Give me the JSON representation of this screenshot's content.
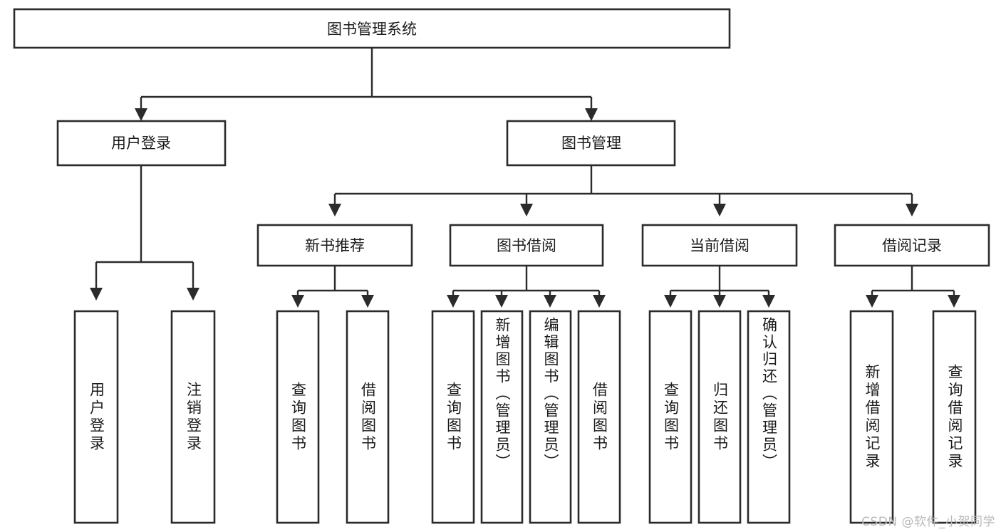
{
  "diagram": {
    "title": "图书管理系统",
    "watermark": "CSDN @软件_小贺同学",
    "type": "tree",
    "orientation": "top-down",
    "colors": {
      "box_stroke": "#2b2b2b",
      "box_fill": "#ffffff",
      "connector": "#2b2b2b",
      "text": "#1a1a1a",
      "watermark": "#b9b9b9",
      "background": "#ffffff"
    },
    "root": {
      "label": "图书管理系统"
    },
    "level2": [
      {
        "id": "user-login",
        "label": "用户登录"
      },
      {
        "id": "book-manage",
        "label": "图书管理"
      }
    ],
    "level3": [
      {
        "id": "new-book-recommend",
        "label": "新书推荐",
        "parent": "book-manage"
      },
      {
        "id": "book-borrow",
        "label": "图书借阅",
        "parent": "book-manage"
      },
      {
        "id": "current-borrow",
        "label": "当前借阅",
        "parent": "book-manage"
      },
      {
        "id": "borrow-record",
        "label": "借阅记录",
        "parent": "book-manage"
      }
    ],
    "leaves": {
      "user-login": [
        {
          "id": "leaf-user-login",
          "label": "用户登录"
        },
        {
          "id": "leaf-logout",
          "label": "注销登录"
        }
      ],
      "new-book-recommend": [
        {
          "id": "leaf-query-book-1",
          "label": "查询图书"
        },
        {
          "id": "leaf-borrow-book-1",
          "label": "借阅图书"
        }
      ],
      "book-borrow": [
        {
          "id": "leaf-query-book-2",
          "label": "查询图书"
        },
        {
          "id": "leaf-add-book",
          "label": "新增图书（管理员）"
        },
        {
          "id": "leaf-edit-book",
          "label": "编辑图书（管理员）"
        },
        {
          "id": "leaf-borrow-book-2",
          "label": "借阅图书"
        }
      ],
      "current-borrow": [
        {
          "id": "leaf-query-book-3",
          "label": "查询图书"
        },
        {
          "id": "leaf-return-book",
          "label": "归还图书"
        },
        {
          "id": "leaf-confirm-return",
          "label": "确认归还（管理员）"
        }
      ],
      "borrow-record": [
        {
          "id": "leaf-add-record",
          "label": "新增借阅记录"
        },
        {
          "id": "leaf-query-record",
          "label": "查询借阅记录"
        }
      ]
    }
  }
}
